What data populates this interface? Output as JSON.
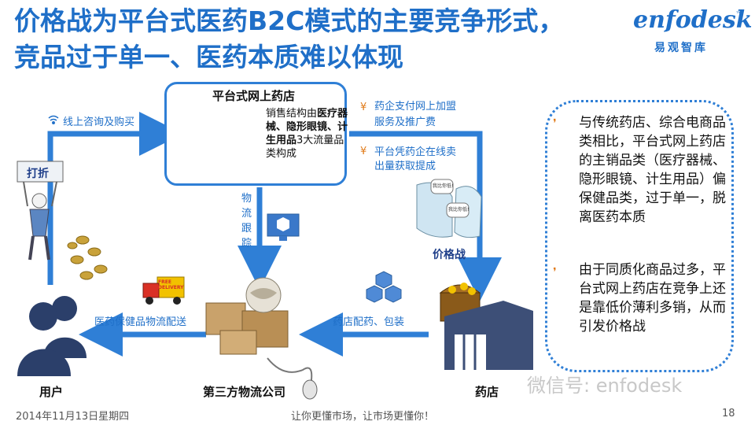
{
  "title": {
    "line1": "价格战为平台式医药B2C模式的主要竞争形式，",
    "line2": "竞品过于单一、医药本质难以体现"
  },
  "logo": {
    "brand": "enfodesk",
    "tm": "™",
    "cn": "易观智库"
  },
  "diagram": {
    "store": {
      "title": "平台式网上药店",
      "desc_pre": "销售结构由",
      "desc_bold": "医疗器械、隐形眼镜、计生用品",
      "desc_post": "3大流量品类构成"
    },
    "labels": {
      "online_consult": "线上咨询及购买",
      "pay_fee_1": "药企支付网上加盟",
      "pay_fee_2": "服务及推广费",
      "platform_sell_1": "平台凭药企在线卖",
      "platform_sell_2": "出量获取提成",
      "logistics_track": "物流跟踪",
      "discount_sign": "打折",
      "price_war": "价格战",
      "health_delivery": "医药保健品物流配送",
      "pharmacy_pack": "药店配药、包装",
      "free_truck_1": "FREE",
      "free_truck_2": "DELIVERY",
      "cartoon_1": "我比你低!",
      "cartoon_2": "我比你低!"
    },
    "nodes": {
      "user": "用户",
      "logistics": "第三方物流公司",
      "pharmacy": "药店"
    }
  },
  "bullets": [
    "与传统药店、综合电商品类相比，平台式网上药店的主销品类（医疗器械、隐形眼镜、计生用品）偏保健品类，过于单一，脱离医药本质",
    "由于同质化商品过多，平台式网上药店在竞争上还是靠低价薄利多销，从而引发价格战"
  ],
  "footer": {
    "date": "2014年11月13日星期四",
    "slogan": "让你更懂市场，让市场更懂你！",
    "page": "18"
  },
  "watermark": "微信号: enfodesk",
  "colors": {
    "accent": "#1f6fc8",
    "arrow": "#2f7fd6",
    "bullet": "#e07b1a"
  }
}
